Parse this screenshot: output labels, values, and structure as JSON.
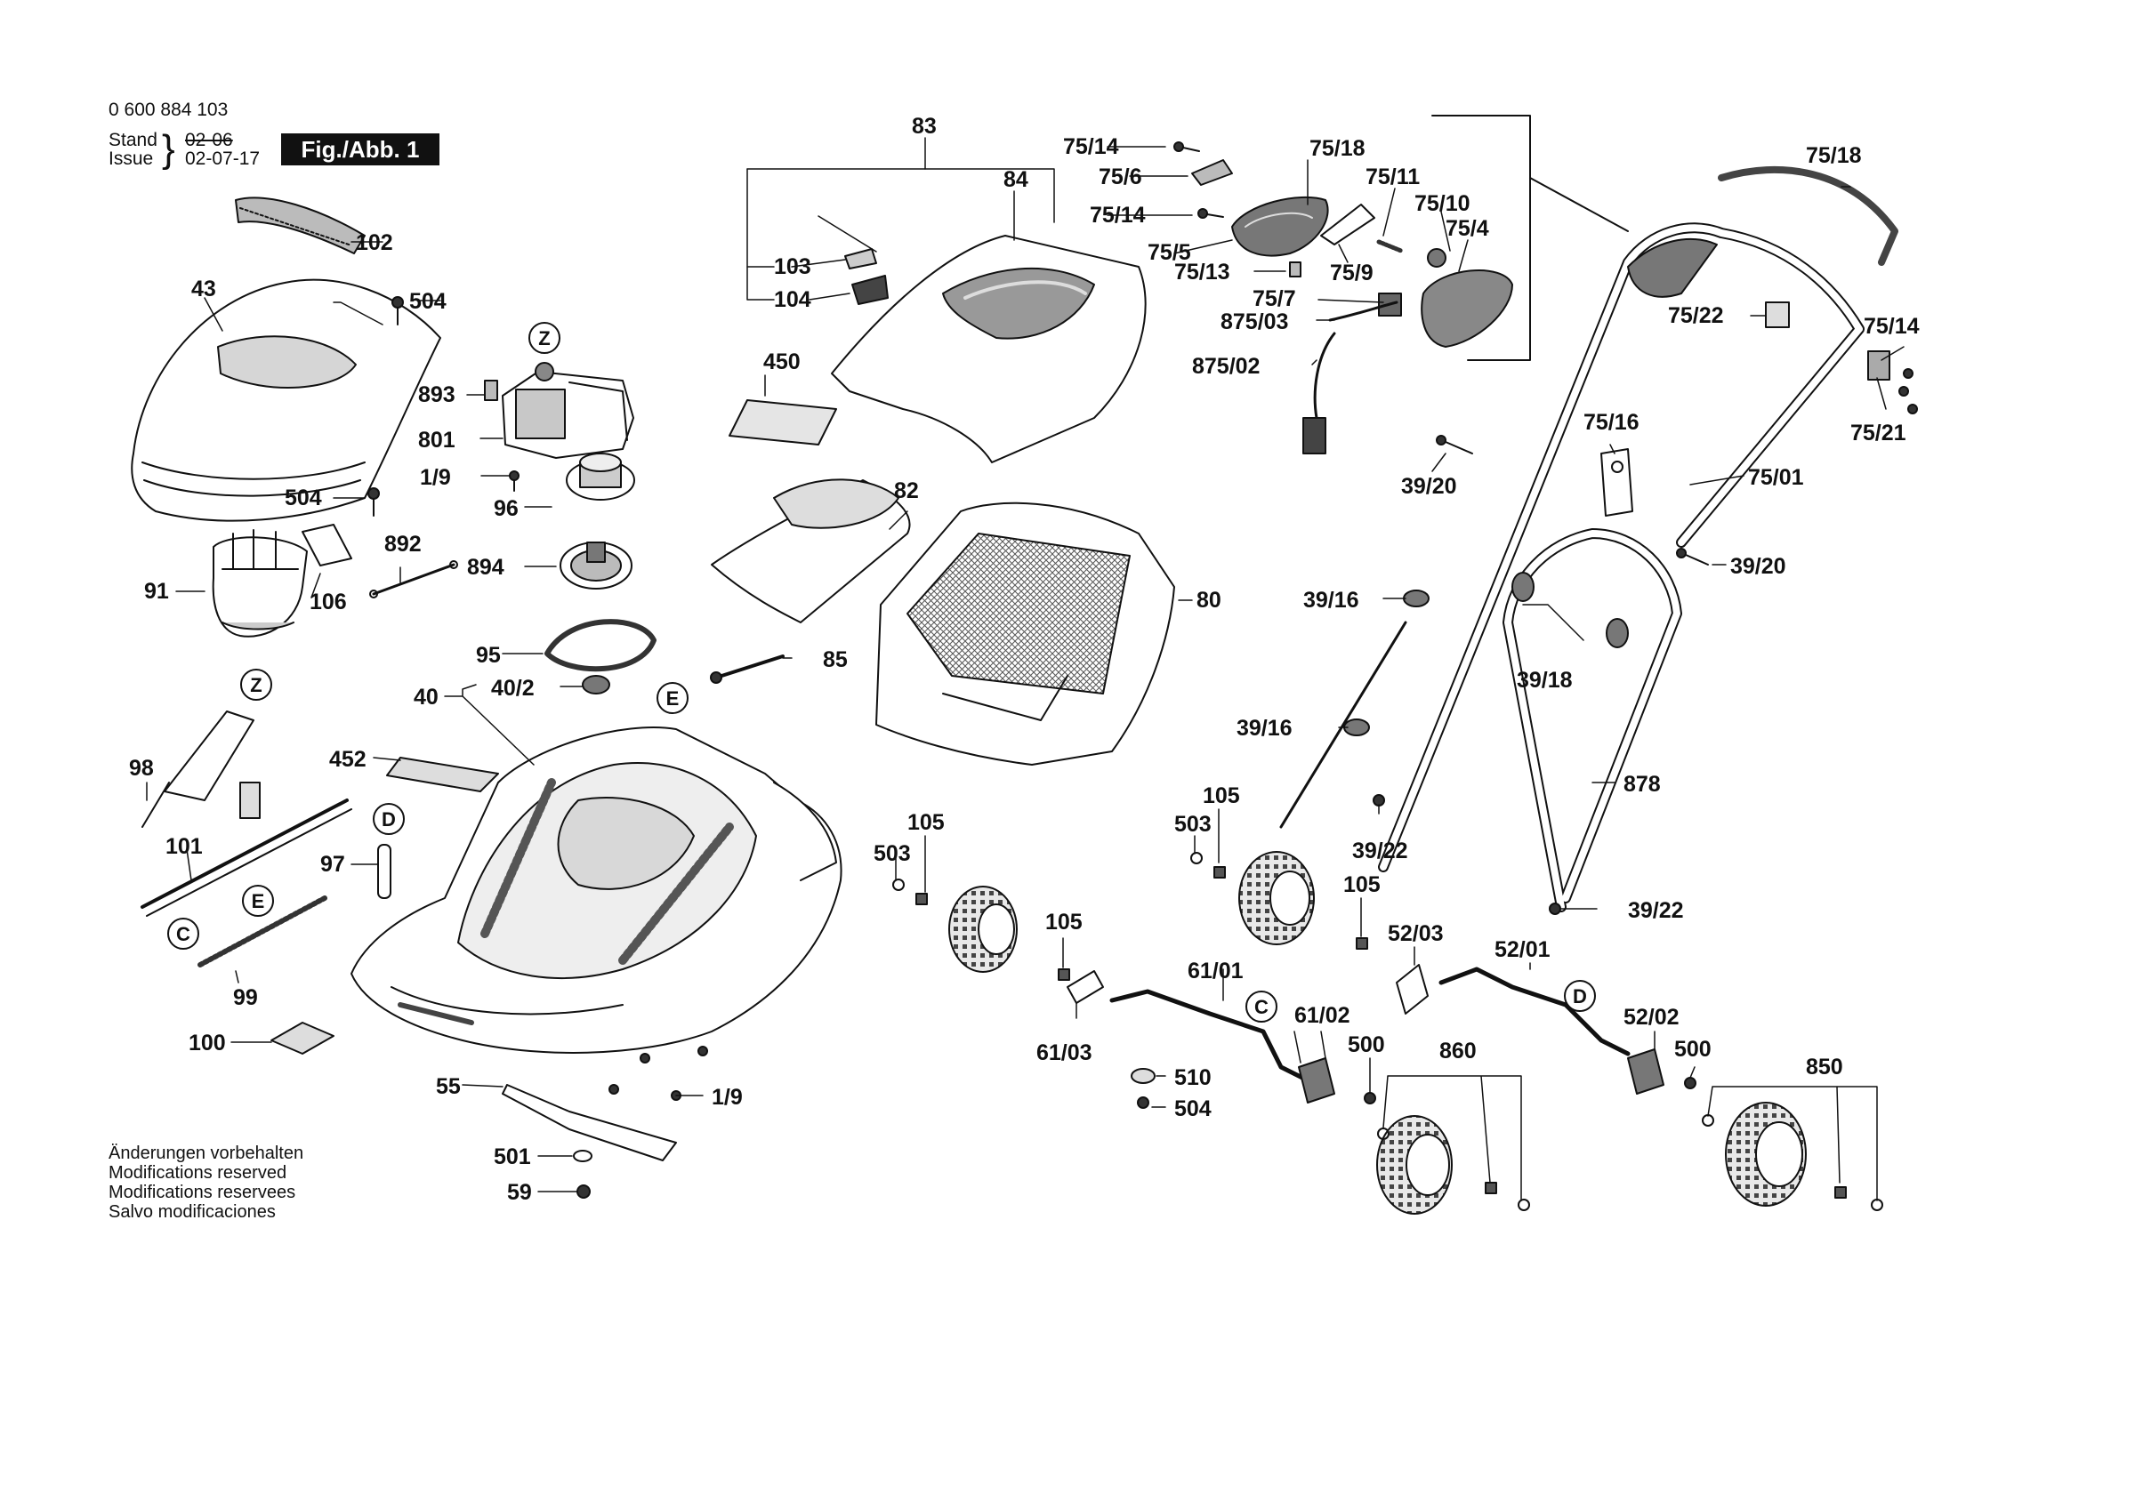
{
  "header": {
    "doc_number": "0 600 884 103",
    "stand_label": "Stand",
    "issue_label": "Issue",
    "stand_date_struck": "02-06",
    "issue_date": "02-07-17",
    "figure_badge": "Fig./Abb. 1"
  },
  "notes": [
    "Änderungen vorbehalten",
    "Modifications reserved",
    "Modifications reservees",
    "Salvo modificaciones"
  ],
  "callouts": [
    {
      "id": "102",
      "text": "102"
    },
    {
      "id": "43",
      "text": "43"
    },
    {
      "id": "504a",
      "text": "504"
    },
    {
      "id": "504b",
      "text": "504"
    },
    {
      "id": "91",
      "text": "91"
    },
    {
      "id": "106",
      "text": "106"
    },
    {
      "id": "892",
      "text": "892"
    },
    {
      "id": "893",
      "text": "893"
    },
    {
      "id": "801",
      "text": "801"
    },
    {
      "id": "19a",
      "text": "1/9"
    },
    {
      "id": "96",
      "text": "96"
    },
    {
      "id": "894",
      "text": "894"
    },
    {
      "id": "95",
      "text": "95"
    },
    {
      "id": "40",
      "text": "40"
    },
    {
      "id": "402",
      "text": "40/2"
    },
    {
      "id": "452",
      "text": "452"
    },
    {
      "id": "98",
      "text": "98"
    },
    {
      "id": "101",
      "text": "101"
    },
    {
      "id": "97",
      "text": "97"
    },
    {
      "id": "99",
      "text": "99"
    },
    {
      "id": "100",
      "text": "100"
    },
    {
      "id": "55",
      "text": "55"
    },
    {
      "id": "19b",
      "text": "1/9"
    },
    {
      "id": "501",
      "text": "501"
    },
    {
      "id": "59",
      "text": "59"
    },
    {
      "id": "83",
      "text": "83"
    },
    {
      "id": "84",
      "text": "84"
    },
    {
      "id": "103",
      "text": "103"
    },
    {
      "id": "104",
      "text": "104"
    },
    {
      "id": "450",
      "text": "450"
    },
    {
      "id": "82",
      "text": "82"
    },
    {
      "id": "85",
      "text": "85"
    },
    {
      "id": "80",
      "text": "80"
    },
    {
      "id": "7514a",
      "text": "75/14"
    },
    {
      "id": "756",
      "text": "75/6"
    },
    {
      "id": "7514b",
      "text": "75/14"
    },
    {
      "id": "755",
      "text": "75/5"
    },
    {
      "id": "7518a",
      "text": "75/18"
    },
    {
      "id": "7511",
      "text": "75/11"
    },
    {
      "id": "7510",
      "text": "75/10"
    },
    {
      "id": "754",
      "text": "75/4"
    },
    {
      "id": "7513",
      "text": "75/13"
    },
    {
      "id": "759",
      "text": "75/9"
    },
    {
      "id": "757",
      "text": "75/7"
    },
    {
      "id": "87503",
      "text": "875/03"
    },
    {
      "id": "87502",
      "text": "875/02"
    },
    {
      "id": "7518b",
      "text": "75/18"
    },
    {
      "id": "7522",
      "text": "75/22"
    },
    {
      "id": "7514c",
      "text": "75/14"
    },
    {
      "id": "7521",
      "text": "75/21"
    },
    {
      "id": "7516",
      "text": "75/16"
    },
    {
      "id": "7501",
      "text": "75/01"
    },
    {
      "id": "3920a",
      "text": "39/20"
    },
    {
      "id": "3920b",
      "text": "39/20"
    },
    {
      "id": "3916a",
      "text": "39/16"
    },
    {
      "id": "3918",
      "text": "39/18"
    },
    {
      "id": "3916b",
      "text": "39/16"
    },
    {
      "id": "3922a",
      "text": "39/22"
    },
    {
      "id": "878",
      "text": "878"
    },
    {
      "id": "3922b",
      "text": "39/22"
    },
    {
      "id": "105a",
      "text": "105"
    },
    {
      "id": "503a",
      "text": "503"
    },
    {
      "id": "105b",
      "text": "105"
    },
    {
      "id": "105c",
      "text": "105"
    },
    {
      "id": "503b",
      "text": "503"
    },
    {
      "id": "105d",
      "text": "105"
    },
    {
      "id": "5203",
      "text": "52/03"
    },
    {
      "id": "5201",
      "text": "52/01"
    },
    {
      "id": "6101",
      "text": "61/01"
    },
    {
      "id": "6102",
      "text": "61/02"
    },
    {
      "id": "6103",
      "text": "61/03"
    },
    {
      "id": "500a",
      "text": "500"
    },
    {
      "id": "860",
      "text": "860"
    },
    {
      "id": "510",
      "text": "510"
    },
    {
      "id": "504c",
      "text": "504"
    },
    {
      "id": "5202",
      "text": "52/02"
    },
    {
      "id": "500b",
      "text": "500"
    },
    {
      "id": "850",
      "text": "850"
    }
  ],
  "reference_markers": [
    {
      "id": "Za",
      "text": "Z"
    },
    {
      "id": "Zb",
      "text": "Z"
    },
    {
      "id": "Ea",
      "text": "E"
    },
    {
      "id": "Eb",
      "text": "E"
    },
    {
      "id": "Da",
      "text": "D"
    },
    {
      "id": "Db",
      "text": "D"
    },
    {
      "id": "Ca",
      "text": "C"
    },
    {
      "id": "Cb",
      "text": "C"
    }
  ],
  "colors": {
    "ink": "#111111",
    "paper": "#ffffff",
    "shade": "#cfcfcf",
    "mid": "#9a9a9a"
  }
}
